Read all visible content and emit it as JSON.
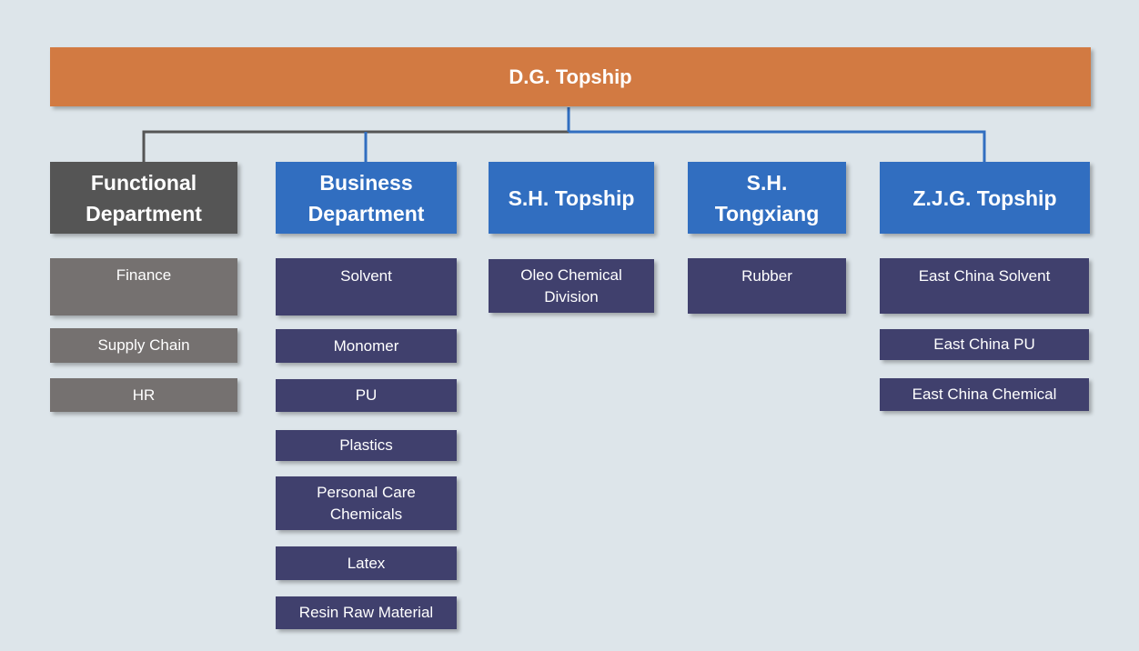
{
  "root": {
    "title": "D.G. Topship"
  },
  "departments": [
    {
      "title": "Functional Department",
      "items": [
        "Finance",
        "Supply Chain",
        "HR"
      ]
    },
    {
      "title": "Business Department",
      "items": [
        "Solvent",
        "Monomer",
        "PU",
        "Plastics",
        "Personal Care Chemicals",
        "Latex",
        "Resin Raw Material"
      ]
    },
    {
      "title": "S.H. Topship",
      "items": [
        "Oleo Chemical  Division"
      ]
    },
    {
      "title": "S.H. Tongxiang",
      "items": [
        "Rubber"
      ]
    },
    {
      "title": "Z.J.G. Topship",
      "items": [
        "East China Solvent",
        "East China PU",
        "East China Chemical"
      ]
    }
  ],
  "colors": {
    "root": "#d27a42",
    "functional": "#555555",
    "department": "#316ec0",
    "functional_items": "#757170",
    "business_items": "#40406d",
    "background": "#dde5ea"
  }
}
